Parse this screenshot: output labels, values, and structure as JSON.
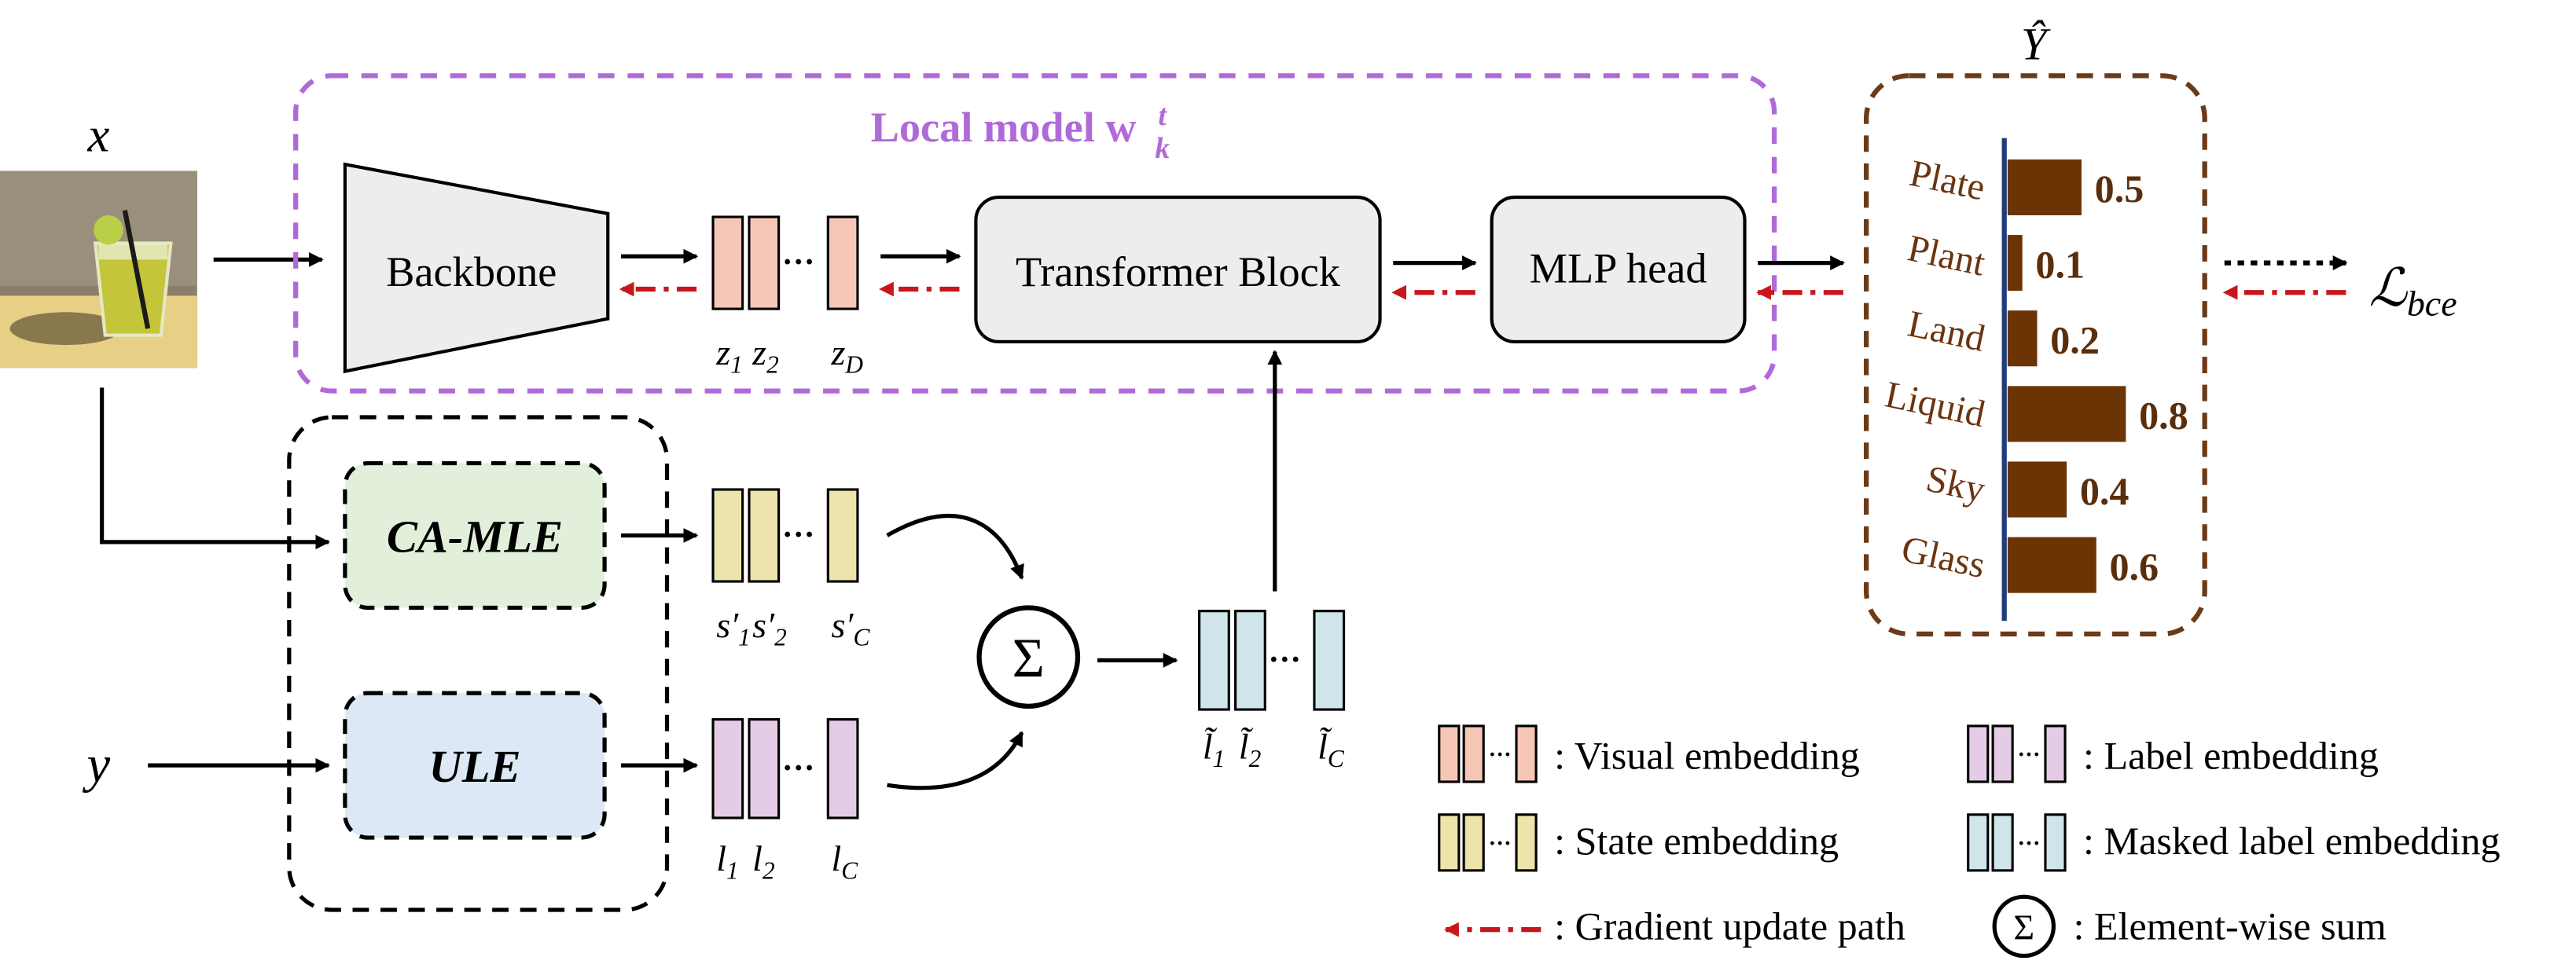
{
  "input_image_label": "x",
  "input_label_y": "y",
  "local_model": {
    "title": "Local model w",
    "title_sup": "t",
    "title_sub": "k",
    "color": "#b06ad8"
  },
  "blocks": {
    "backbone": "Backbone",
    "transformer": "Transformer Block",
    "mlp": "MLP head",
    "camle": "CA-MLE",
    "ule": "ULE",
    "sum_symbol": "Σ"
  },
  "visual_tokens": {
    "first": "z",
    "s1": "1",
    "s2": "2",
    "sl": "D"
  },
  "state_tokens": {
    "first": "s′",
    "s1": "1",
    "s2": "2",
    "sl": "C"
  },
  "label_tokens": {
    "first": "l",
    "s1": "1",
    "s2": "2",
    "sl": "C"
  },
  "masked_tokens": {
    "first": "l̃",
    "s1": "1",
    "s2": "2",
    "sl": "C"
  },
  "output": {
    "title": "Ŷ",
    "loss_main": "ℒ",
    "loss_sub": "bce",
    "color": "#6b3a17",
    "bars": [
      {
        "label": "Plate",
        "value": 0.5,
        "value_text": "0.5"
      },
      {
        "label": "Plant",
        "value": 0.1,
        "value_text": "0.1"
      },
      {
        "label": "Land",
        "value": 0.2,
        "value_text": "0.2"
      },
      {
        "label": "Liquid",
        "value": 0.8,
        "value_text": "0.8"
      },
      {
        "label": "Sky",
        "value": 0.4,
        "value_text": "0.4"
      },
      {
        "label": "Glass",
        "value": 0.6,
        "value_text": "0.6"
      }
    ]
  },
  "legend": {
    "visual": ": Visual embedding",
    "label": ": Label embedding",
    "state": ": State embedding",
    "masked": ": Masked label embedding",
    "gradient": ": Gradient update path",
    "sum": ": Element-wise sum"
  },
  "colors": {
    "visual": "#f6c7b7",
    "state": "#ece4ab",
    "label": "#e5cce6",
    "masked": "#cfe5ea",
    "camle_fill": "#e2f0db",
    "ule_fill": "#dce8f5",
    "block_fill": "#ededed",
    "gradient": "#c8161d",
    "bar": "#6b3404",
    "axis": "#1f3d7a"
  }
}
